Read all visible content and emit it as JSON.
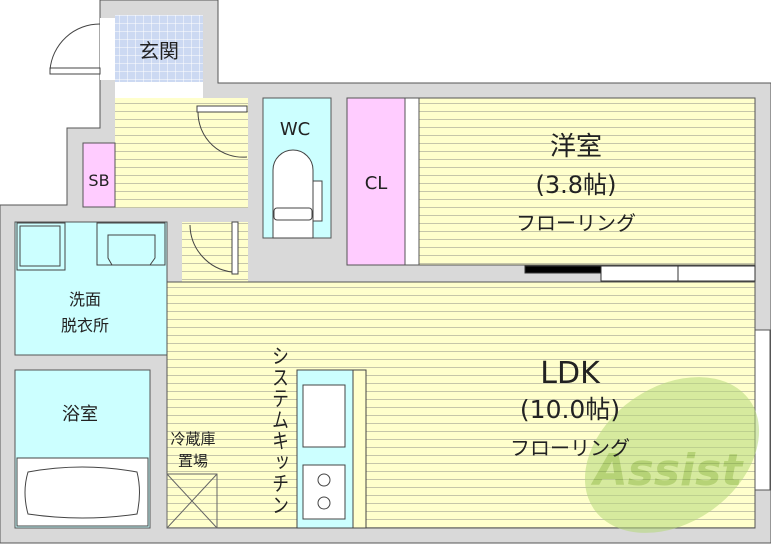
{
  "rooms": {
    "genkan": "玄関",
    "wc": "WC",
    "sb": "SB",
    "cl": "CL",
    "youshitsu": {
      "name": "洋室",
      "size": "(3.8帖)",
      "floor": "フローリング"
    },
    "senmen": {
      "line1": "洗面",
      "line2": "脱衣所"
    },
    "yokushitsu": "浴室",
    "ldk": {
      "name": "LDK",
      "size": "(10.0帖)",
      "floor": "フローリング"
    },
    "kitchen": "システムキッチン",
    "fridge": {
      "line1": "冷蔵庫",
      "line2": "置場"
    }
  },
  "watermark": "Assist",
  "colors": {
    "wall": "#d9d9d9",
    "floor": "#ffffcc",
    "wet": "#ccffff",
    "storage": "#ffccff",
    "entrance": "#ccd9f2",
    "watermark": "#9ccc3a"
  }
}
